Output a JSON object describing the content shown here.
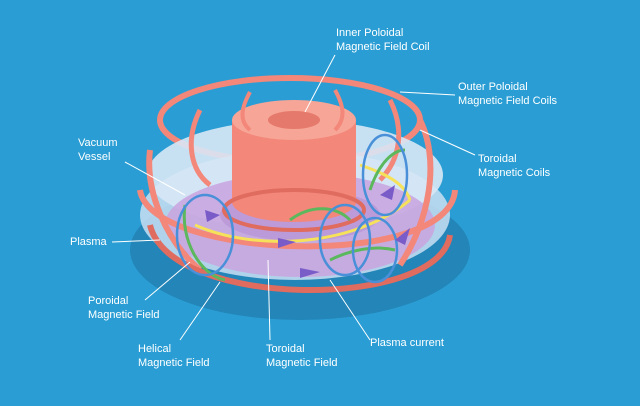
{
  "labels": {
    "inner_poloidal": [
      "Inner Poloidal",
      "Magnetic Field Coil"
    ],
    "outer_poloidal": [
      "Outer Poloidal",
      "Magnetic Field Coils"
    ],
    "toroidal_coils": [
      "Toroidal",
      "Magnetic Coils"
    ],
    "vacuum_vessel": [
      "Vacuum",
      "Vessel"
    ],
    "plasma": "Plasma",
    "poroidal_field": [
      "Poroidal",
      "Magnetic Field"
    ],
    "helical_field": [
      "Helical",
      "Magnetic Field"
    ],
    "toroidal_field": [
      "Toroidal",
      "Magnetic Field"
    ],
    "plasma_current": "Plasma current"
  },
  "colors": {
    "background": "#2a9ed4",
    "coil": "#f2877a",
    "coil_dark": "#e06b5f",
    "vessel": "#c9dff2",
    "plasma": "#c9a6e0",
    "helical_line": "#f5e25a",
    "poloidal_line": "#5cb85c",
    "field_loop": "#4a90d9",
    "current_arrow": "#7a5cc8",
    "label_text": "#ffffff"
  }
}
